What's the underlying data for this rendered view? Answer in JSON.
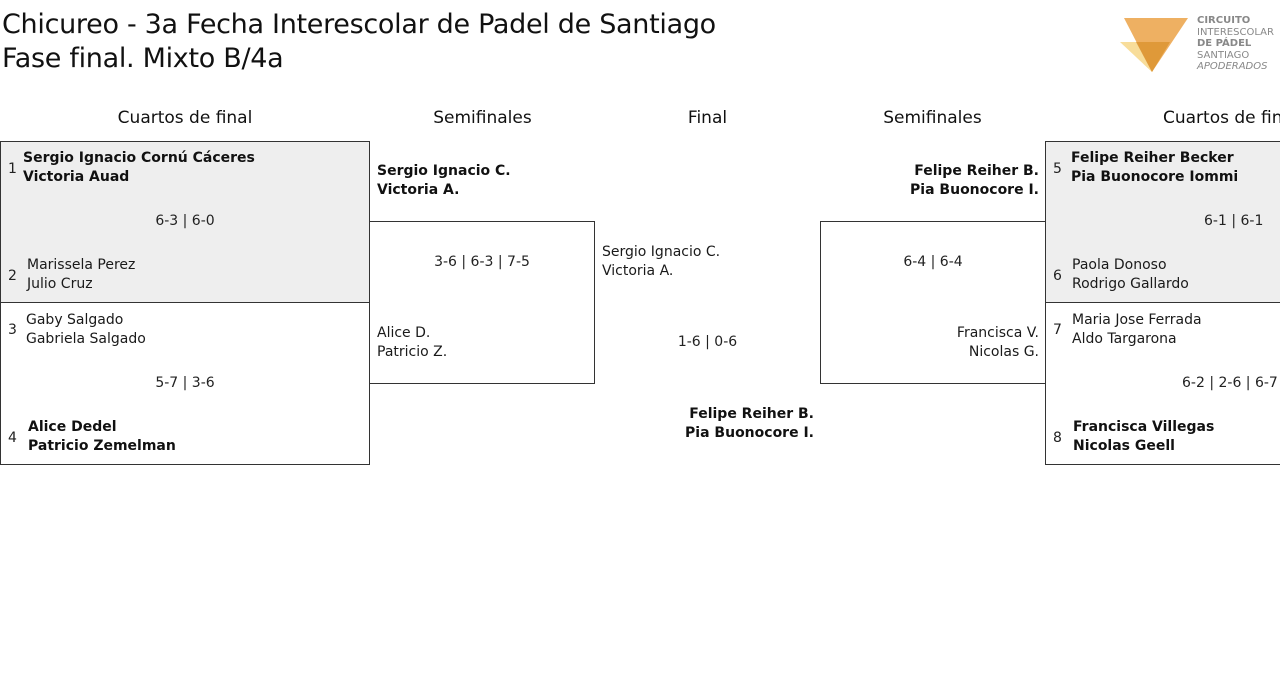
{
  "title": {
    "line1": "Chicureo - 3a Fecha Interescolar de Padel de Santiago",
    "line2": "Fase final. Mixto B/4a"
  },
  "logo": {
    "line1": "CIRCUITO",
    "line2": "INTERESCOLAR",
    "line3": "DE PÁDEL",
    "line4": "SANTIAGO",
    "line5": "APODERADOS",
    "colors": {
      "light": "#f6d38a",
      "dark": "#e8a040"
    }
  },
  "headers": {
    "left_qf": "Cuartos de final",
    "left_sf": "Semifinales",
    "final": "Final",
    "right_sf": "Semifinales",
    "right_qf": "Cuartos de final"
  },
  "left": {
    "qf1": {
      "seed_a": "1",
      "a1": "Sergio Ignacio Cornú Cáceres",
      "a2": "Victoria Auad",
      "score": "6-3 | 6-0",
      "seed_b": "2",
      "b1": "Marissela Perez",
      "b2": "Julio Cruz"
    },
    "qf2": {
      "seed_a": "3",
      "a1": "Gaby Salgado",
      "a2": "Gabriela Salgado",
      "score": "5-7 | 3-6",
      "seed_b": "4",
      "b1": "Alice Dedel",
      "b2": "Patricio Zemelman"
    },
    "sf": {
      "a1": "Sergio Ignacio C.",
      "a2": "Victoria A.",
      "score": "3-6 | 6-3 | 7-5",
      "b1": "Alice D.",
      "b2": "Patricio Z."
    }
  },
  "final": {
    "a1": "Sergio Ignacio C.",
    "a2": "Victoria A.",
    "score": "1-6 | 0-6",
    "b1": "Felipe Reiher B.",
    "b2": "Pia Buonocore I."
  },
  "right": {
    "sf": {
      "a1": "Felipe Reiher B.",
      "a2": "Pia Buonocore I.",
      "score": "6-4 | 6-4",
      "b1": "Francisca V.",
      "b2": "Nicolas G."
    },
    "qf1": {
      "seed_a": "5",
      "a1": "Felipe Reiher Becker",
      "a2": "Pia Buonocore Iommi",
      "score": "6-1 | 6-1",
      "seed_b": "6",
      "b1": "Paola Donoso",
      "b2": "Rodrigo Gallardo"
    },
    "qf2": {
      "seed_a": "7",
      "a1": "Maria Jose Ferrada",
      "a2": "Aldo Targarona",
      "score": "6-2 | 2-6 | 6-7",
      "seed_b": "8",
      "b1": "Francisca Villegas",
      "b2": "Nicolas Geell"
    }
  }
}
